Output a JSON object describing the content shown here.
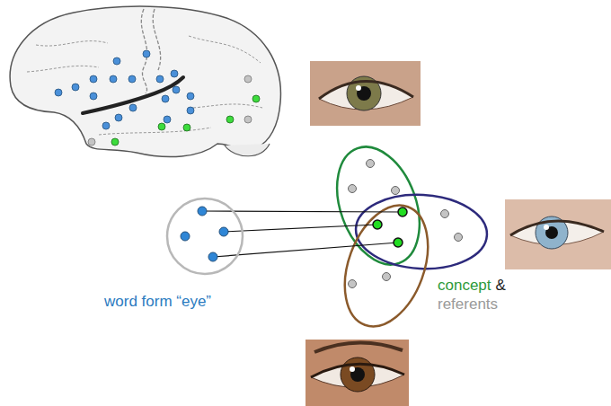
{
  "diagram": {
    "nodes": [
      {
        "text": [
          "word form “eye”"
        ]
      }
    ],
    "labels": [
      "concept",
      "&",
      "referents"
    ]
  }
}
